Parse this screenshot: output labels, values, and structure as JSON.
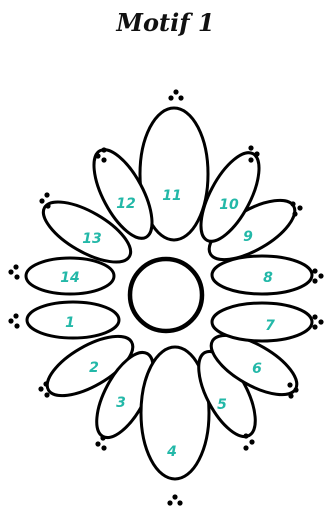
{
  "title": "Motif 1",
  "colors": {
    "number": "#23b8a8",
    "outline": "#000000",
    "background": "#ffffff"
  },
  "petals": [
    {
      "label": "1"
    },
    {
      "label": "2"
    },
    {
      "label": "3"
    },
    {
      "label": "4"
    },
    {
      "label": "5"
    },
    {
      "label": "6"
    },
    {
      "label": "7"
    },
    {
      "label": "8"
    },
    {
      "label": "9"
    },
    {
      "label": "10"
    },
    {
      "label": "11"
    },
    {
      "label": "12"
    },
    {
      "label": "13"
    },
    {
      "label": "14"
    }
  ]
}
